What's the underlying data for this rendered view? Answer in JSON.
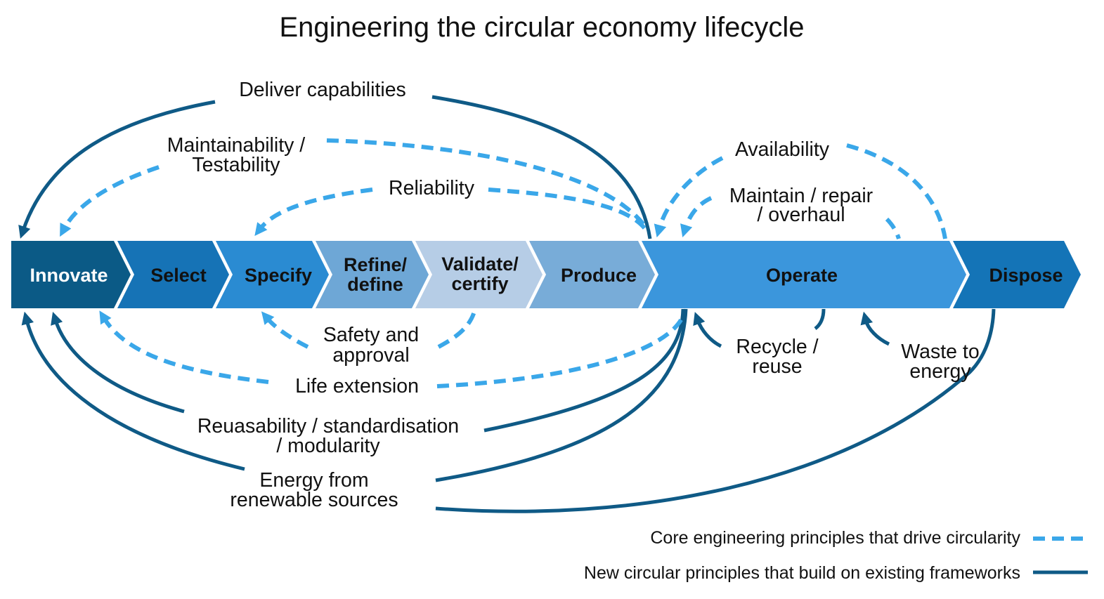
{
  "title": "Engineering the circular economy lifecycle",
  "colors": {
    "dashed_arrow": "#3aa7e9",
    "solid_arrow": "#0f5a86",
    "innovate": "#0b5a86",
    "select": "#1673b6",
    "specify": "#2a8bd2",
    "refine": "#6ea7d6",
    "validate": "#b6cde6",
    "produce": "#78acd8",
    "operate": "#3b96dc",
    "dispose": "#1474b7"
  },
  "stages": [
    {
      "label": "Innovate",
      "text_color": "#ffffff"
    },
    {
      "label": "Select",
      "text_color": "#111111"
    },
    {
      "label": "Specify",
      "text_color": "#111111"
    },
    {
      "label": "Refine/",
      "label2": "define",
      "text_color": "#111111"
    },
    {
      "label": "Validate/",
      "label2": "certify",
      "text_color": "#111111"
    },
    {
      "label": "Produce",
      "text_color": "#111111"
    },
    {
      "label": "Operate",
      "text_color": "#111111"
    },
    {
      "label": "Dispose",
      "text_color": "#111111"
    }
  ],
  "principles": {
    "deliver_capabilities": "Deliver capabilities",
    "maintainability_1": "Maintainability /",
    "maintainability_2": "Testability",
    "reliability": "Reliability",
    "availability": "Availability",
    "maintain_1": "Maintain / repair",
    "maintain_2": "/ overhaul",
    "safety_1": "Safety and",
    "safety_2": "approval",
    "life_extension": "Life extension",
    "recycle_1": "Recycle /",
    "recycle_2": "reuse",
    "waste_1": "Waste to",
    "waste_2": "energy",
    "reusability_1": "Reuasability / standardisation",
    "reusability_2": "/ modularity",
    "energy_1": "Energy from",
    "energy_2": "renewable sources"
  },
  "legend": {
    "dashed_label": "Core engineering principles that drive circularity",
    "solid_label": "New circular principles that build on existing frameworks"
  }
}
